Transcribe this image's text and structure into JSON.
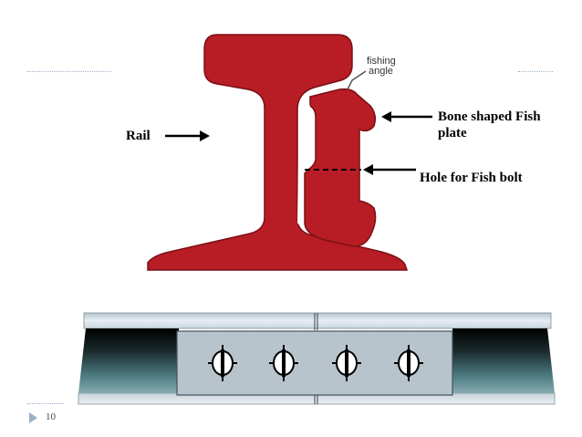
{
  "labels": {
    "fishing_angle_line1": "fishing",
    "fishing_angle_line2": "angle",
    "rail": "Rail",
    "fish_plate_line1": "Bone shaped  Fish",
    "fish_plate_line2": "plate",
    "fish_bolt_hole": "Hole for Fish bolt"
  },
  "footer": {
    "page_number": "10"
  },
  "colors": {
    "rail": "#b81c24",
    "rail_outline": "#7a1015",
    "plate": "#b8c4cc",
    "rail_body_dark": "#2b3a3c",
    "accent_dots": "#9ab0c8"
  },
  "icons": {
    "bolt": "bolt-circle-icon",
    "arrow": "arrow-icon",
    "bullet": "triangle-bullet-icon"
  }
}
